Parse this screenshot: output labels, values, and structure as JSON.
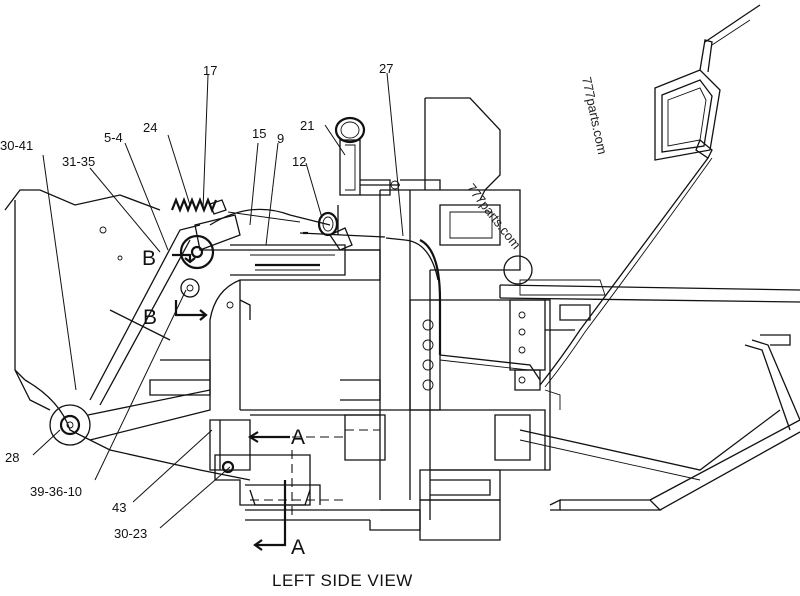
{
  "title": "LEFT SIDE VIEW",
  "watermarks": [
    "777parts.com",
    "777parts.com"
  ],
  "callouts": {
    "c17": "17",
    "c27": "27",
    "c24": "24",
    "c15": "15",
    "c9": "9",
    "c21": "21",
    "c5_4": "5-4",
    "c30_41": "30-41",
    "c31_35": "31-35",
    "c12": "12",
    "c28": "28",
    "c39_36_10": "39-36-10",
    "c43": "43",
    "c30_23": "30-23"
  },
  "section_markers": {
    "b_upper": "B",
    "b_lower": "B",
    "a_upper": "A",
    "a_lower": "A"
  }
}
